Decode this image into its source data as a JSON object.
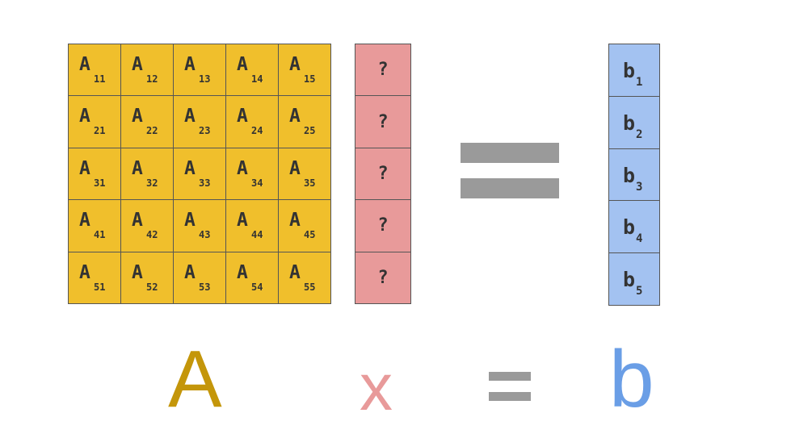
{
  "matrix_a": {
    "symbol": "A",
    "rows": [
      [
        "11",
        "12",
        "13",
        "14",
        "15"
      ],
      [
        "21",
        "22",
        "23",
        "24",
        "25"
      ],
      [
        "31",
        "32",
        "33",
        "34",
        "35"
      ],
      [
        "41",
        "42",
        "43",
        "44",
        "45"
      ],
      [
        "51",
        "52",
        "53",
        "54",
        "55"
      ]
    ]
  },
  "vector_x": {
    "entries": [
      "?",
      "?",
      "?",
      "?",
      "?"
    ]
  },
  "vector_b": {
    "symbol": "b",
    "subscripts": [
      "1",
      "2",
      "3",
      "4",
      "5"
    ]
  },
  "labels": {
    "a": "A",
    "x": "x",
    "b": "b"
  },
  "colors": {
    "matrix_a_fill": "#f0bf2c",
    "vector_x_fill": "#e89a9a",
    "vector_b_fill": "#a3c2f1",
    "label_a": "#c4960a",
    "label_x": "#e89a9a",
    "label_b": "#6a9ee6",
    "equals": "#9a9a9a"
  }
}
